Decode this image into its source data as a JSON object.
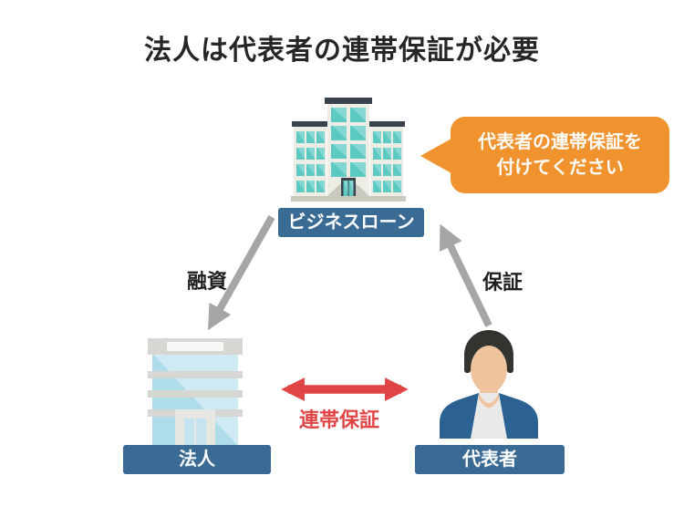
{
  "title": "法人は代表者の連帯保証が必要",
  "bubble": {
    "line1": "代表者の連帯保証を",
    "line2": "付けてください"
  },
  "nodes": {
    "lender": {
      "label": "ビジネスローン",
      "icon": "bank-building-icon"
    },
    "corporation": {
      "label": "法人",
      "icon": "office-building-icon"
    },
    "representative": {
      "label": "代表者",
      "icon": "businessman-icon"
    }
  },
  "edges": {
    "financing": {
      "label": "融資",
      "from": "ビジネスローン",
      "to": "法人"
    },
    "guarantee": {
      "label": "保証",
      "from": "代表者",
      "to": "ビジネスローン"
    },
    "joint_guarantee": {
      "label": "連帯保証",
      "from": "法人",
      "to": "代表者"
    }
  },
  "colors": {
    "background": "#FFFFFF",
    "bubble_orange": "#F0922D",
    "label_blue": "#3A6B94",
    "arrow_grey": "#A6A6A6",
    "joint_red": "#E04444"
  }
}
